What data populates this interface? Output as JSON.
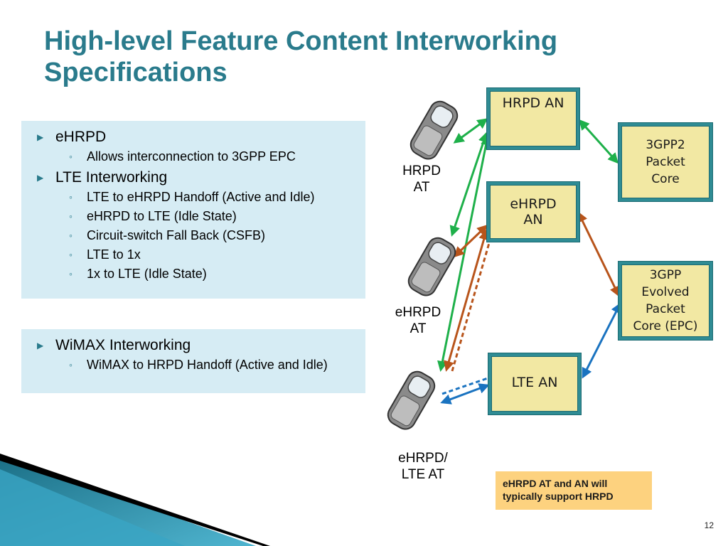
{
  "slide": {
    "title": "High-level Feature Content Interworking Specifications",
    "page_number": "12"
  },
  "panel1": {
    "items": [
      {
        "label": "eHRPD",
        "subs": [
          "Allows interconnection to 3GPP EPC"
        ]
      },
      {
        "label": "LTE Interworking",
        "subs": [
          "LTE to eHRPD Handoff (Active and Idle)",
          "eHRPD to LTE (Idle State)",
          "Circuit-switch Fall Back (CSFB)",
          "LTE to 1x",
          "1x to LTE (Idle State)"
        ]
      }
    ]
  },
  "panel2": {
    "items": [
      {
        "label": "WiMAX Interworking",
        "subs": [
          "WiMAX to HRPD Handoff (Active and Idle)"
        ]
      }
    ]
  },
  "diagram": {
    "nodes": {
      "hrpd_an": "HRPD AN",
      "ehrpd_an": "eHRPD\nAN",
      "lte_an": "LTE AN",
      "core_3gpp2": "3GPP2\nPacket\nCore",
      "core_epc": "3GPP\nEvolved\nPacket\nCore (EPC)"
    },
    "terminals": {
      "hrpd_at": "HRPD\nAT",
      "ehrpd_at": "eHRPD\nAT",
      "lte_at": "eHRPD/\nLTE AT"
    },
    "note": "eHRPD AT and AN will typically support HRPD",
    "colors": {
      "green": "#1eb04a",
      "brown": "#b8541b",
      "blue": "#1a73c0",
      "node_fill": "#f2e8a3",
      "node_border": "#2f8c94",
      "note_fill": "#fdd27f",
      "title": "#2a7b8c",
      "panel": "#d6ecf4"
    }
  }
}
